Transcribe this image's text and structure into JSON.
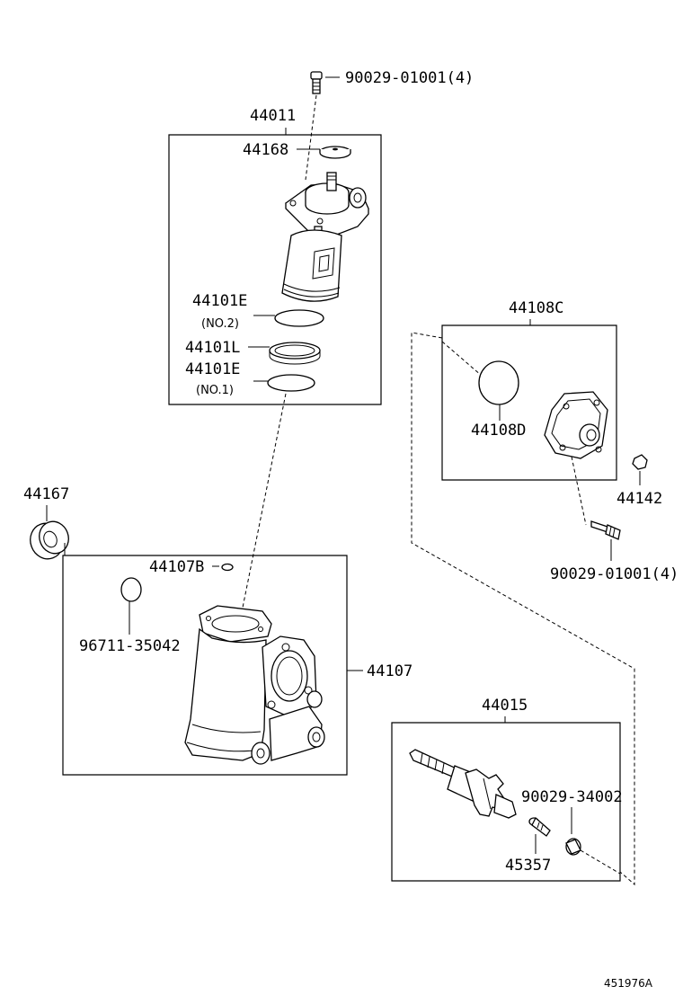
{
  "labels": {
    "bolt_top": "90029-01001(4)",
    "pump_assy": "44011",
    "cover_44168": "44168",
    "oring_44101e_no2": "44101E",
    "no2": "(NO.2)",
    "ring_44101l": "44101L",
    "oring_44101e_no1": "44101E",
    "no1": "(NO.1)",
    "seal_44167": "44167",
    "plug_44107b": "44107B",
    "oring_96711": "96711-35042",
    "housing_44107": "44107",
    "reservoir_assy": "44108C",
    "oring_44108d": "44108D",
    "nut_44142": "44142",
    "bolt_right": "90029-01001(4)",
    "shaft_assy": "44015",
    "bolt_shaft": "90029-34002",
    "pin_45357": "45357",
    "diagram_code": "451976A"
  }
}
